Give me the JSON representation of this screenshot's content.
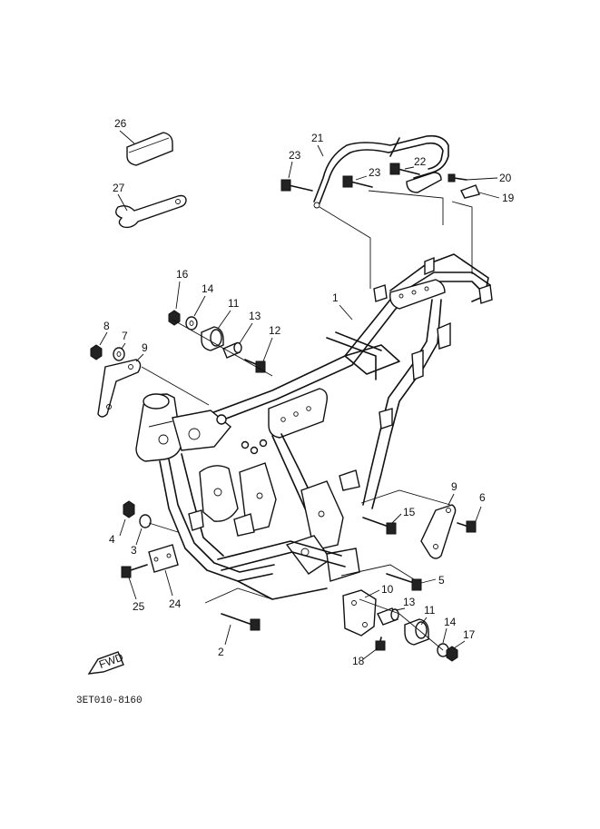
{
  "diagram": {
    "code": "3ET010-8160",
    "fwd_label": "FWD",
    "callouts": [
      {
        "id": "c1",
        "text": "1"
      },
      {
        "id": "c2",
        "text": "2"
      },
      {
        "id": "c3",
        "text": "3"
      },
      {
        "id": "c4",
        "text": "4"
      },
      {
        "id": "c5",
        "text": "5"
      },
      {
        "id": "c6",
        "text": "6"
      },
      {
        "id": "c7",
        "text": "7"
      },
      {
        "id": "c8",
        "text": "8"
      },
      {
        "id": "c9a",
        "text": "9"
      },
      {
        "id": "c9b",
        "text": "9"
      },
      {
        "id": "c10",
        "text": "10"
      },
      {
        "id": "c11a",
        "text": "11"
      },
      {
        "id": "c11b",
        "text": "11"
      },
      {
        "id": "c12",
        "text": "12"
      },
      {
        "id": "c13a",
        "text": "13"
      },
      {
        "id": "c13b",
        "text": "13"
      },
      {
        "id": "c14a",
        "text": "14"
      },
      {
        "id": "c14b",
        "text": "14"
      },
      {
        "id": "c15",
        "text": "15"
      },
      {
        "id": "c16",
        "text": "16"
      },
      {
        "id": "c17",
        "text": "17"
      },
      {
        "id": "c18",
        "text": "18"
      },
      {
        "id": "c19",
        "text": "19"
      },
      {
        "id": "c20",
        "text": "20"
      },
      {
        "id": "c21",
        "text": "21"
      },
      {
        "id": "c22",
        "text": "22"
      },
      {
        "id": "c23a",
        "text": "23"
      },
      {
        "id": "c23b",
        "text": "23"
      },
      {
        "id": "c24",
        "text": "24"
      },
      {
        "id": "c25",
        "text": "25"
      },
      {
        "id": "c26",
        "text": "26"
      },
      {
        "id": "c27",
        "text": "27"
      }
    ]
  }
}
